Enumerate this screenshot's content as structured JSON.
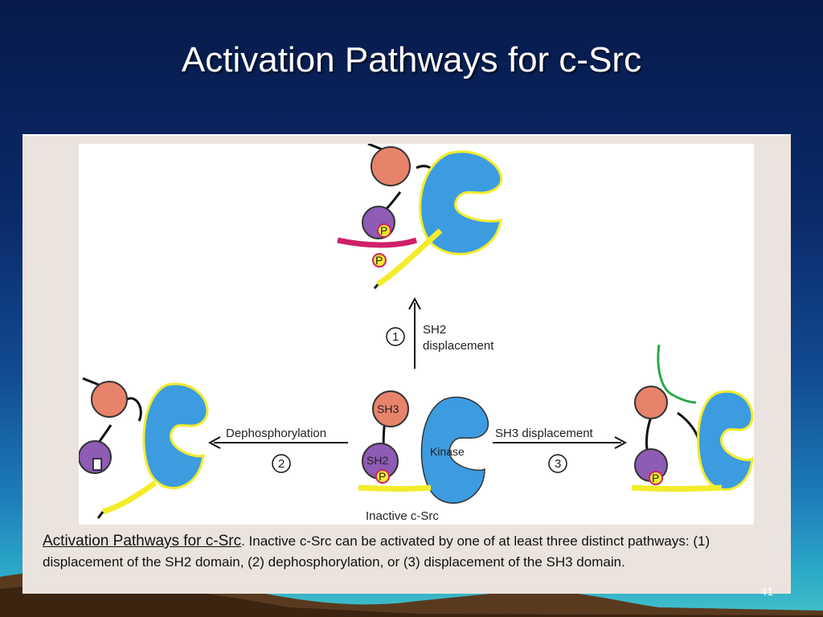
{
  "slide": {
    "title": "Activation Pathways for c-Src",
    "page_number": "41"
  },
  "diagram": {
    "step1_number": "1",
    "step1_label_line1": "SH2",
    "step1_label_line2": "displacement",
    "step2_number": "2",
    "step2_label": "Dephosphorylation",
    "step3_number": "3",
    "step3_label": "SH3 displacement",
    "center_label": "Inactive c-Src",
    "sh3_label": "SH3",
    "sh2_label": "SH2",
    "kinase_label": "Kinase",
    "phospho_label": "P"
  },
  "caption": {
    "title": "Activation Pathways for c-Src",
    "text": ". Inactive c-Src can be activated by one of at least three distinct pathways: (1) displacement of the SH2 domain, (2) dephosphorylation, or (3) displacement of the SH3 domain."
  },
  "colors": {
    "sh3": "#e8836b",
    "sh2": "#8e5bb5",
    "kinase": "#3d9ce0",
    "linker": "#f3ec2b",
    "ligand_sh2": "#d0206a",
    "ligand_sh3": "#2aa84a"
  }
}
